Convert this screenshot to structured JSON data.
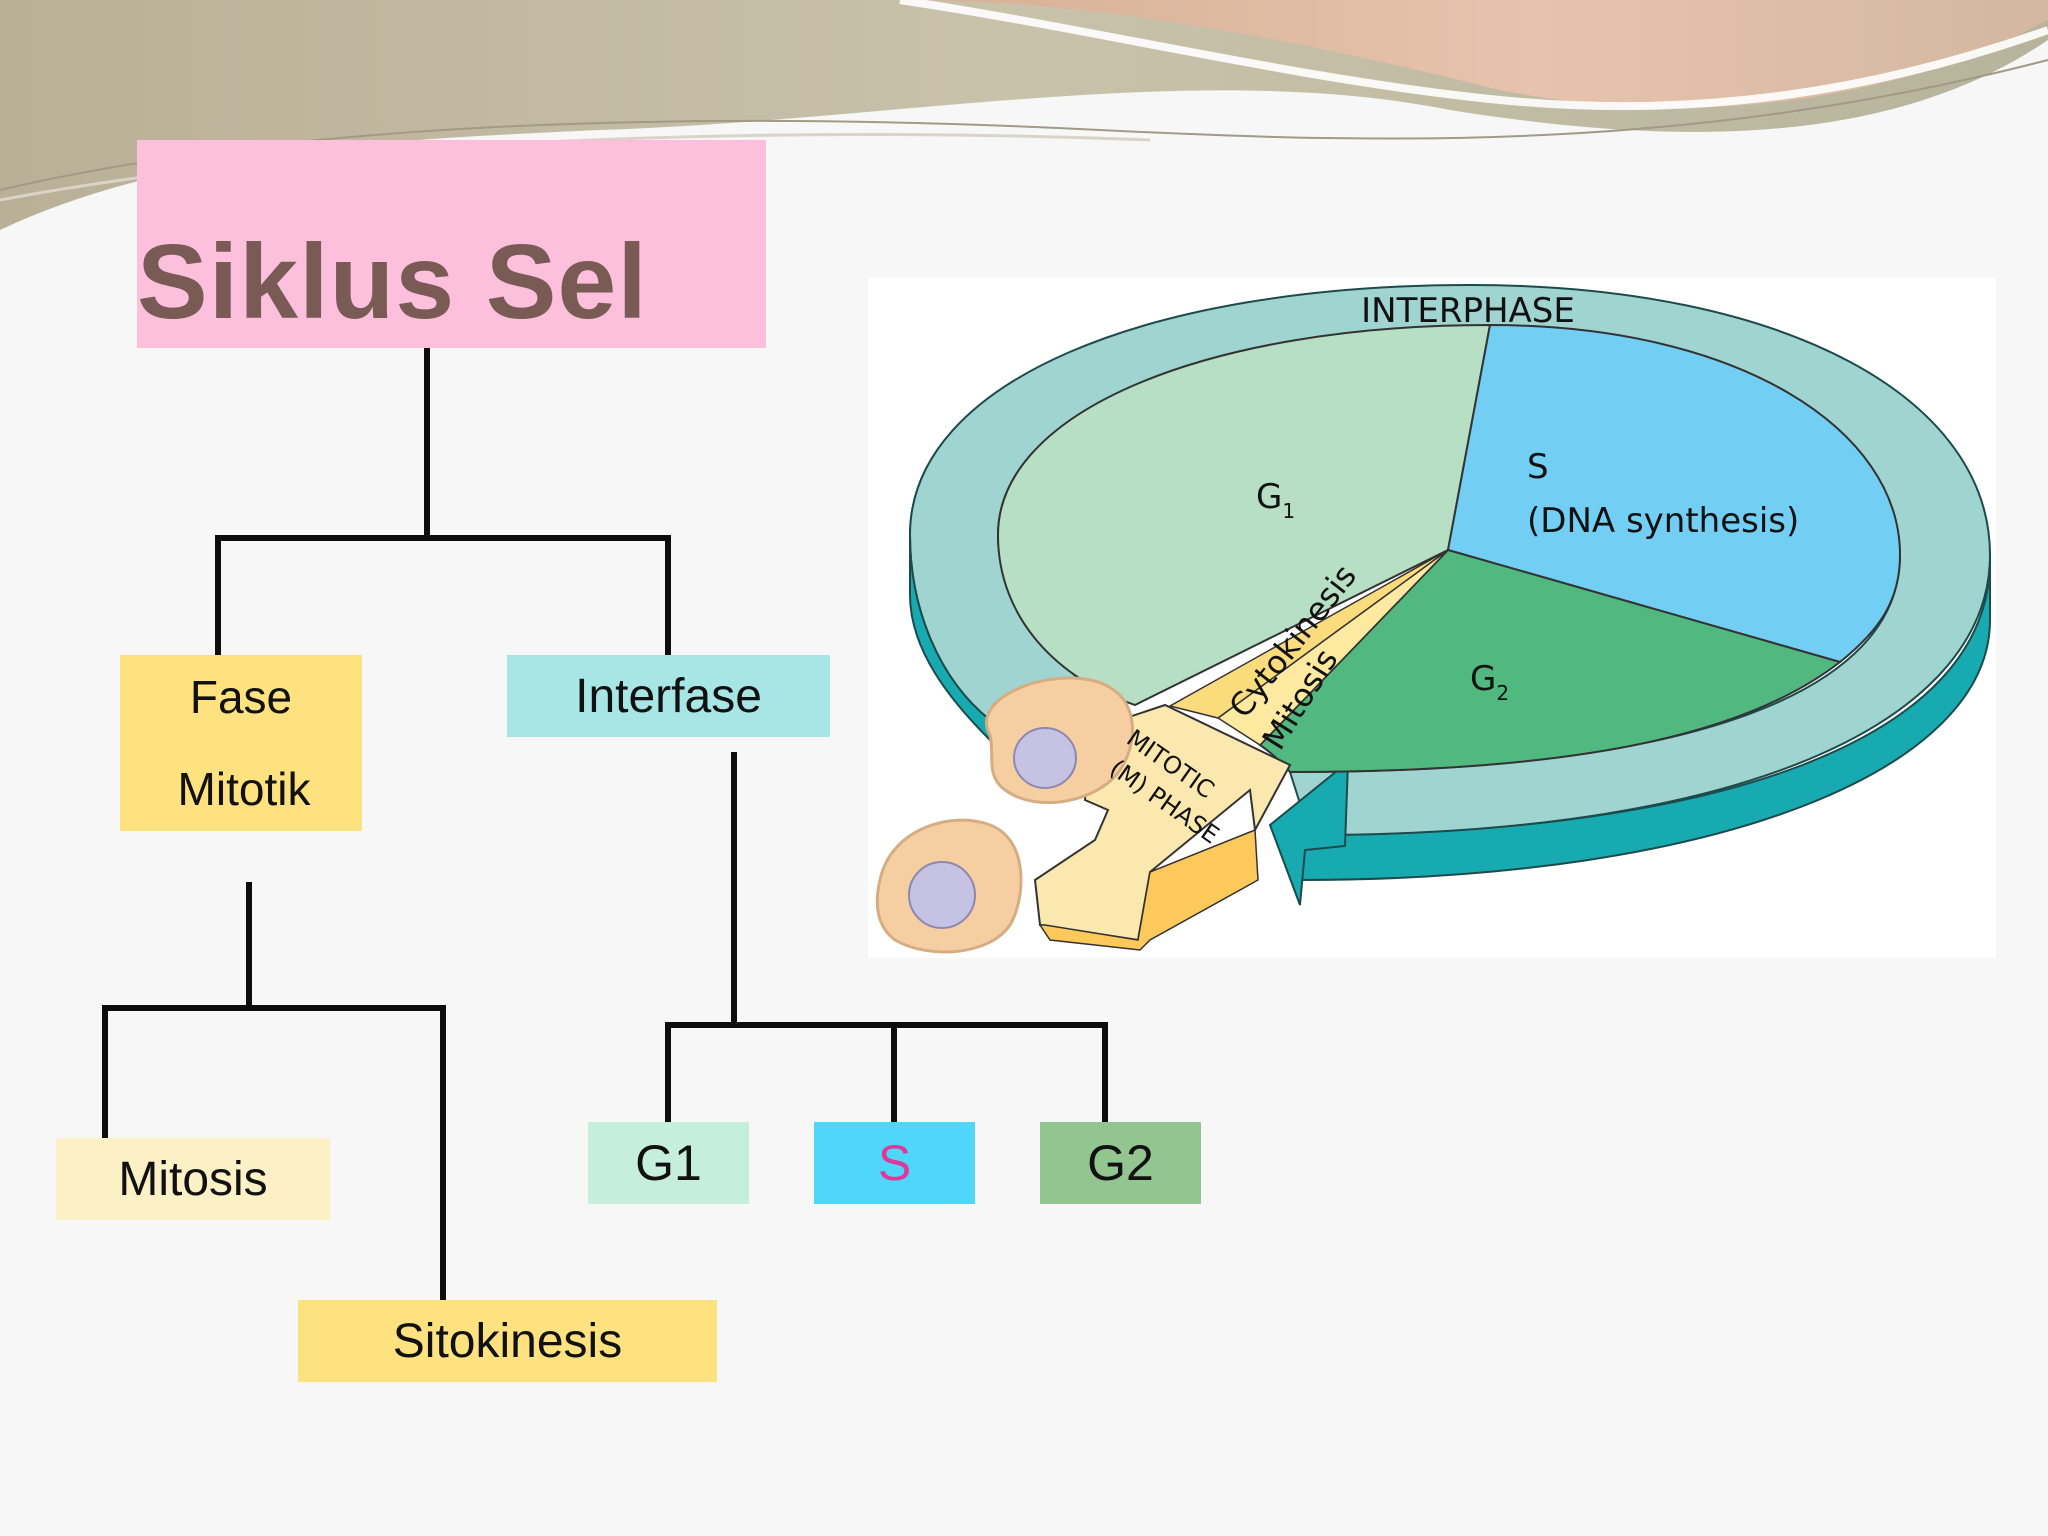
{
  "title": "Siklus Sel",
  "nodes": {
    "fase_mitotik_line1": "Fase",
    "fase_mitotik_line2": "Mitotik",
    "interfase": "Interfase",
    "mitosis": "Mitosis",
    "sitokinesis": "Sitokinesis",
    "g1": "G1",
    "s": "S",
    "g2": "G2"
  },
  "diagram": {
    "interphase": "INTERPHASE",
    "g1_main": "G",
    "g1_sub": "1",
    "s_label": "S",
    "s_desc": "(DNA synthesis)",
    "g2_main": "G",
    "g2_sub": "2",
    "cytokinesis": "Cytokinesis",
    "mitosis": "Mitosis",
    "mitotic_line1": "MITOTIC",
    "mitotic_line2": "(M) PHASE"
  },
  "colors": {
    "title_bg": "#fcc0dd",
    "title_text": "#7a5a55",
    "fase_mitotik_bg": "#fde27f",
    "interfase_bg": "#a7e6e4",
    "mitosis_bg": "#fbf0c6",
    "sitokinesis_bg": "#fde27f",
    "g1_bg": "#c5efdc",
    "s_bg": "#4fd6f9",
    "s_text": "#e0389a",
    "g2_bg": "#92c590"
  }
}
